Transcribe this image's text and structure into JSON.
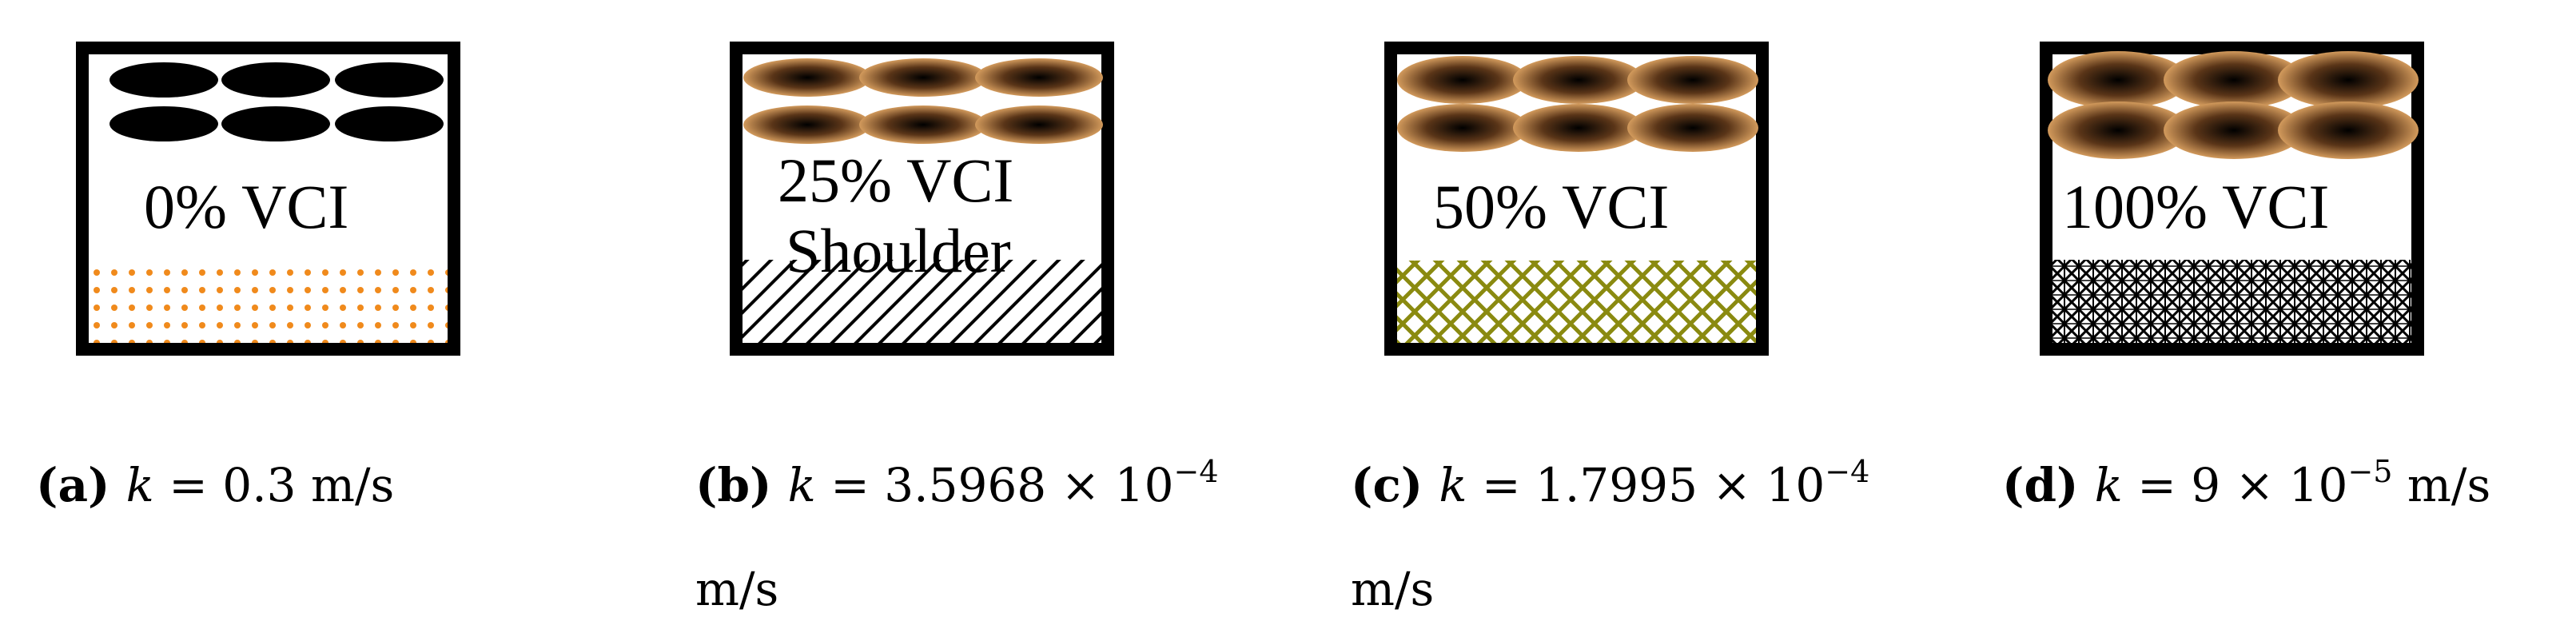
{
  "panels": [
    {
      "id": "a",
      "label": "0% VCI",
      "label_line2": "",
      "caption_tag": "(a)",
      "caption_var": "k",
      "caption_eq": " = 0.3 m/s",
      "caption_exp": "",
      "caption_tail": "",
      "caption_line2": "",
      "particle_color": "#000000",
      "pattern": "dots",
      "pattern_color": "#f08a1c"
    },
    {
      "id": "b",
      "label": "25% VCI",
      "label_line2": "Shoulder",
      "caption_tag": "(b)",
      "caption_var": "k",
      "caption_eq": " = 3.5968 × 10",
      "caption_exp": "−4",
      "caption_tail": "",
      "caption_line2": "m/s",
      "particle_color": "#b0703a",
      "pattern": "diagonal",
      "pattern_color": "#000000"
    },
    {
      "id": "c",
      "label": "50% VCI",
      "label_line2": "",
      "caption_tag": "(c)",
      "caption_var": "k",
      "caption_eq": " = 1.7995 × 10",
      "caption_exp": "−4",
      "caption_tail": "",
      "caption_line2": "m/s",
      "particle_color": "#b0703a",
      "pattern": "crosshatch",
      "pattern_color": "#8a8a10"
    },
    {
      "id": "d",
      "label": "100% VCI",
      "label_line2": "",
      "caption_tag": "(d)",
      "caption_var": "k",
      "caption_eq": " = 9 × 10",
      "caption_exp": "−5",
      "caption_tail": " m/s",
      "caption_line2": "",
      "particle_color": "#b0703a",
      "pattern": "dense-hatch",
      "pattern_color": "#000000"
    }
  ]
}
